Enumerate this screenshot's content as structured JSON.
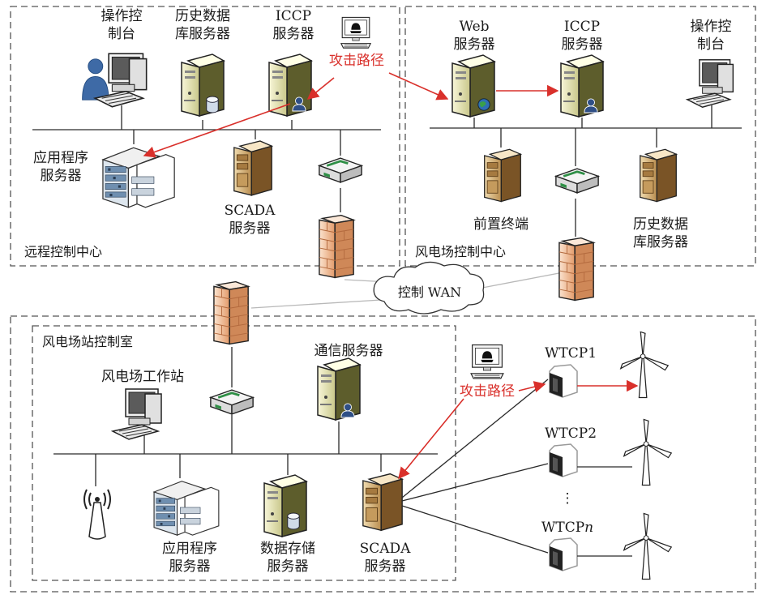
{
  "colors": {
    "attack": "#d9302b",
    "server_light": "#ecebbd",
    "server_dark": "#5d5d2c",
    "scada_light": "#e6c995",
    "scada_dark": "#7a5426",
    "firewall_light": "#f7d2b6",
    "firewall_dark": "#c57a4a",
    "person": "#3e6aa6",
    "line": "#2a2a2a",
    "dash": "#555555"
  },
  "zones": {
    "remote": "远程控制中心",
    "farm_control": "风电场控制中心",
    "station": "风电场站控制室"
  },
  "remote": {
    "console": [
      "操作控",
      "制台"
    ],
    "history": [
      "历史数据",
      "库服务器"
    ],
    "iccp": [
      "ICCP",
      "服务器"
    ],
    "app": [
      "应用程序",
      "服务器"
    ],
    "scada": [
      "SCADA",
      "服务器"
    ]
  },
  "farm": {
    "web": [
      "Web",
      "服务器"
    ],
    "iccp": [
      "ICCP",
      "服务器"
    ],
    "console": [
      "操作控",
      "制台"
    ],
    "frontend": "前置终端",
    "history": [
      "历史数据",
      "库服务器"
    ]
  },
  "wan": "控制 WAN",
  "station": {
    "workstation": "风电场工作站",
    "comm": "通信服务器",
    "app": [
      "应用程序",
      "服务器"
    ],
    "storage": [
      "数据存储",
      "服务器"
    ],
    "scada": [
      "SCADA",
      "服务器"
    ]
  },
  "wtcp": {
    "w1": "WTCP1",
    "w2": "WTCP2",
    "dots": "⋮",
    "wn_prefix": "WTCP",
    "wn_suffix": "n"
  },
  "attack_label": "攻击路径",
  "icons": [
    "user-icon",
    "computer-icon",
    "server-icon",
    "database-icon",
    "globe-icon",
    "rack-server-icon",
    "router-icon",
    "firewall-icon",
    "cloud-icon",
    "hacker-icon",
    "antenna-icon",
    "wind-turbine-icon",
    "controller-box-icon"
  ]
}
